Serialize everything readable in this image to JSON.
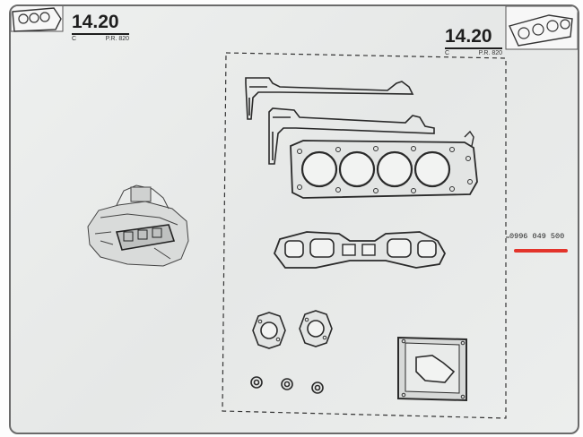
{
  "header_left": {
    "page": "14.20",
    "code_left": "C",
    "code_right": "P.R. 820"
  },
  "header_right": {
    "page": "14.20",
    "code_left": "C",
    "code_right": "P.R. 820"
  },
  "part_number": "0996 049 500",
  "colors": {
    "paper": "#e9ebea",
    "ink": "#2a2a2a",
    "highlight": "#e3342b"
  },
  "icons": [
    "gasket-thumbnail-icon",
    "engine-assembly-icon"
  ]
}
